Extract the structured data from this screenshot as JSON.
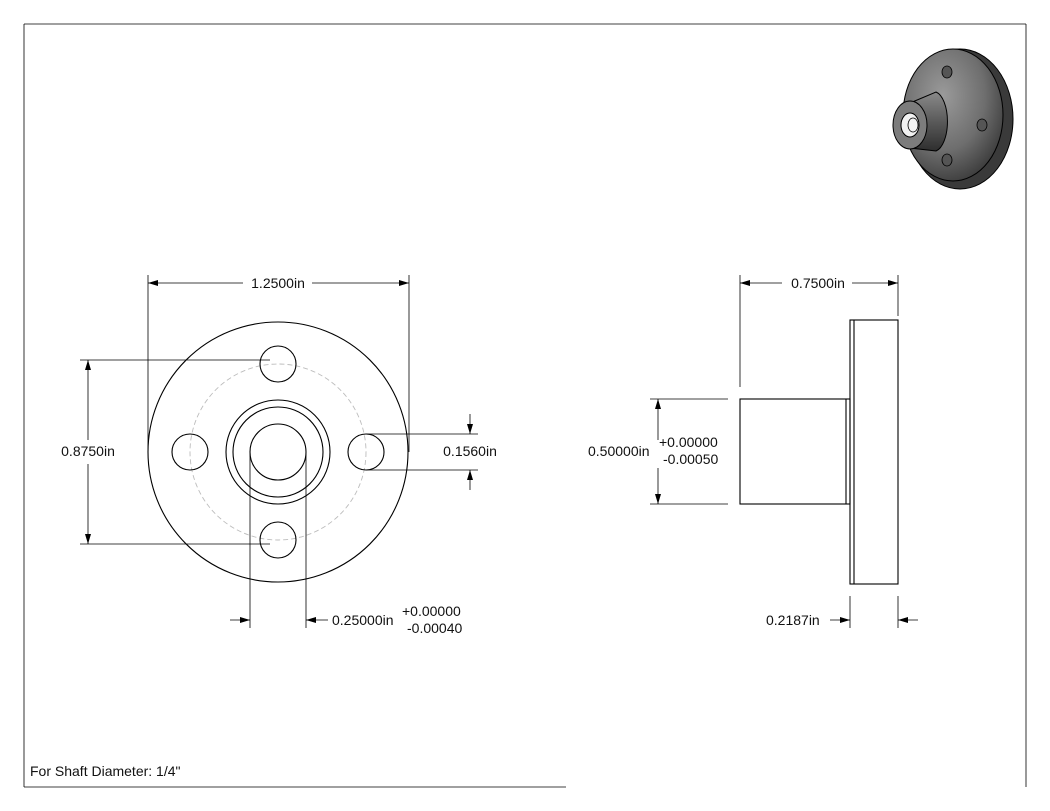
{
  "front_view": {
    "overall_diameter": "1.2500in",
    "bolt_circle": "0.8750in",
    "hole_diameter": "0.1560in",
    "bore": {
      "value": "0.25000in",
      "tol_plus": "+0.00000",
      "tol_minus": "-0.00040"
    }
  },
  "side_view": {
    "overall_length": "0.7500in",
    "hub_diameter": {
      "value": "0.50000in",
      "tol_plus": "+0.00000",
      "tol_minus": "-0.00050"
    },
    "flange_thickness": "0.2187in"
  },
  "note": "For Shaft Diameter: 1/4\"",
  "iso_view": {
    "icon": "isometric-flange-render"
  },
  "colors": {
    "line": "#000000",
    "hidden_line": "#bdbdbd",
    "shade_dark": "#3a3a3a",
    "shade_mid": "#6e6e6e",
    "shade_light": "#9a9a9a"
  }
}
